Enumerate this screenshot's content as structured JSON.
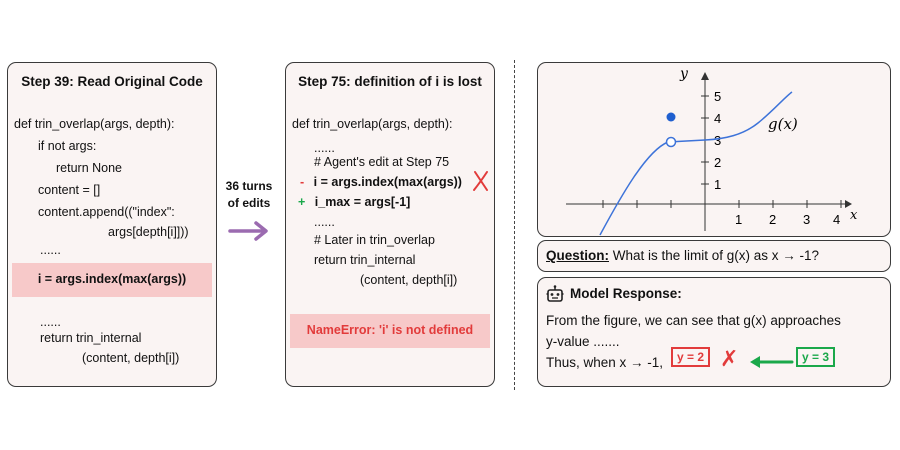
{
  "left": {
    "title": "Step 39: Read Original Code",
    "code": [
      "def trin_overlap(args, depth):",
      "if not args:",
      "return None",
      "content = []",
      "content.append((\"index\":",
      "args[depth[i]]))",
      "......"
    ],
    "highlight": "i = args.index(max(args))",
    "tail": [
      "......",
      "return trin_internal",
      "(content, depth[i])"
    ]
  },
  "arrow": {
    "label_line1": "36 turns",
    "label_line2": "of edits",
    "color": "#9b6bb0"
  },
  "mid": {
    "title": "Step 75: definition of i is lost",
    "code": [
      "def trin_overlap(args, depth):",
      "......",
      "# Agent's edit at Step 75"
    ],
    "removed_marker": "-",
    "removed": "i = args.index(max(args))",
    "added_marker": "+",
    "added": "i_max = args[-1]",
    "code2": [
      "......",
      "# Later in  trin_overlap",
      "return trin_internal",
      "(content, depth[i])"
    ],
    "error": "NameError: 'i' is not defined"
  },
  "graph": {
    "y_label": "y",
    "x_label": "x",
    "func_label": "g(x)",
    "x_ticks": [
      "1",
      "2",
      "3",
      "4"
    ],
    "y_ticks": [
      "1",
      "2",
      "3",
      "4",
      "5"
    ],
    "curve_color": "#3d73d9"
  },
  "question": {
    "label": "Question:",
    "text": "What is the limit of g(x) as x → -1?"
  },
  "response": {
    "title": "Model Response:",
    "line1": "From the figure, we can see that g(x) approaches",
    "line2": "y-value .......",
    "line3": "Thus, when x → -1,",
    "wrong": "y = 2",
    "right": "y = 3",
    "cross": "✗"
  }
}
